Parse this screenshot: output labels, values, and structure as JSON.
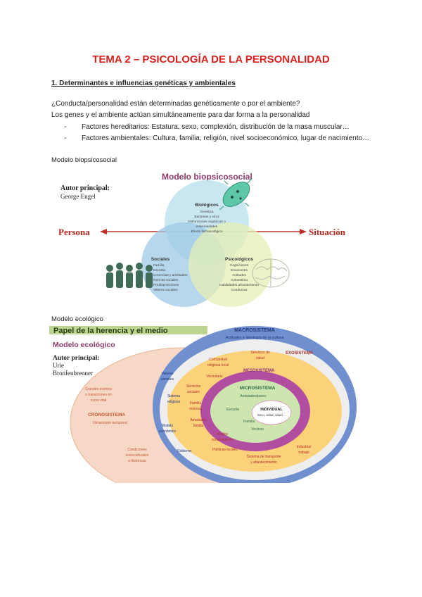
{
  "title": "TEMA 2 – PSICOLOGÍA DE LA PERSONALIDAD",
  "section1": "1. Determinantes e influencias genéticas y ambientales",
  "question": "¿Conducta/personalidad están determinadas genéticamente o por el ambiente?",
  "statement": "Los genes y el ambiente actúan simultáneamente para dar forma a la personalidad",
  "bullets": [
    "Factores hereditarios: Estatura, sexo, complexión, distribución de la masa muscular…",
    "Factores ambientales: Cultura, familia, religión, nivel socioeconómico, lugar de nacimiento…"
  ],
  "fig1": {
    "caption": "Modelo biopsicosocial",
    "heading": "Modelo biopsicosocial",
    "author_label": "Autor principal:",
    "author_name": "George Engel",
    "left": "Persona",
    "right": "Situación",
    "bio_title": "Biológicos",
    "bio_items": [
      "Genética",
      "Bacterias y virus",
      "Disfunciones orgánicas o",
      "enfermedades",
      "Efecto farmacológico"
    ],
    "soc_title": "Sociales",
    "soc_items": [
      "Familia",
      "Escuela",
      "Creencias y amistades",
      "Normas sociales",
      "Predisposiciones",
      "Valores sociales"
    ],
    "psi_title": "Psicológicos",
    "psi_items": [
      "Cogniciones",
      "Emociones",
      "Actitudes",
      "Autoestima",
      "Habilidades afrontamiento",
      "Conductas"
    ]
  },
  "fig2": {
    "caption": "Modelo ecológico",
    "banner": "Papel de la herencia y el medio",
    "heading": "Modelo ecológico",
    "author_label": "Autor principal:",
    "author_name1": "Urie",
    "author_name2": "Bronfenbrenner",
    "macro": "MACROSISTEMA",
    "macro_sub": "Actitudes e ideología de la cultura",
    "exo": "EXOSISTEMA",
    "meso": "MESOSISTEMA",
    "micro": "MICROSISTEMA",
    "crono": "CRONOSISTEMA",
    "crono_sub": "Dimensión temporal",
    "individual": "INDIVIDUAL",
    "individual_sub": "Sexo, edad, salud…",
    "labels": {
      "grandes": [
        "Grandes eventos",
        "o transiciones en",
        "curso vital"
      ],
      "condiciones": [
        "Condiciones",
        "socioculturales",
        "e históricas"
      ],
      "valores": [
        "Valores",
        "sociales"
      ],
      "sistema_rel": [
        "Sistema",
        "religioso"
      ],
      "modelo_econ": [
        "Modelo",
        "económico"
      ],
      "gobierno": "Gobierno",
      "servicios_salud": [
        "Servicios de",
        "salud"
      ],
      "comunidad": [
        "Comunidad",
        "religiosa local"
      ],
      "vecindario": "Vecindario",
      "servicios_soc": [
        "Servicios",
        "sociales"
      ],
      "familia_ext": [
        "Familia",
        "extensa"
      ],
      "amistades": [
        "Amistades",
        "familia"
      ],
      "medios": [
        "Medios",
        "comunicación"
      ],
      "politicas": "Políticas locales",
      "transporte": [
        "Sistema de transporte",
        "y abastecimiento"
      ],
      "industria": [
        "Industria/",
        "trabajo"
      ],
      "amistades_pares": "Amistades/pares",
      "escuela": "Escuela",
      "familia": "Familia",
      "vecinos": "Vecinos"
    }
  }
}
